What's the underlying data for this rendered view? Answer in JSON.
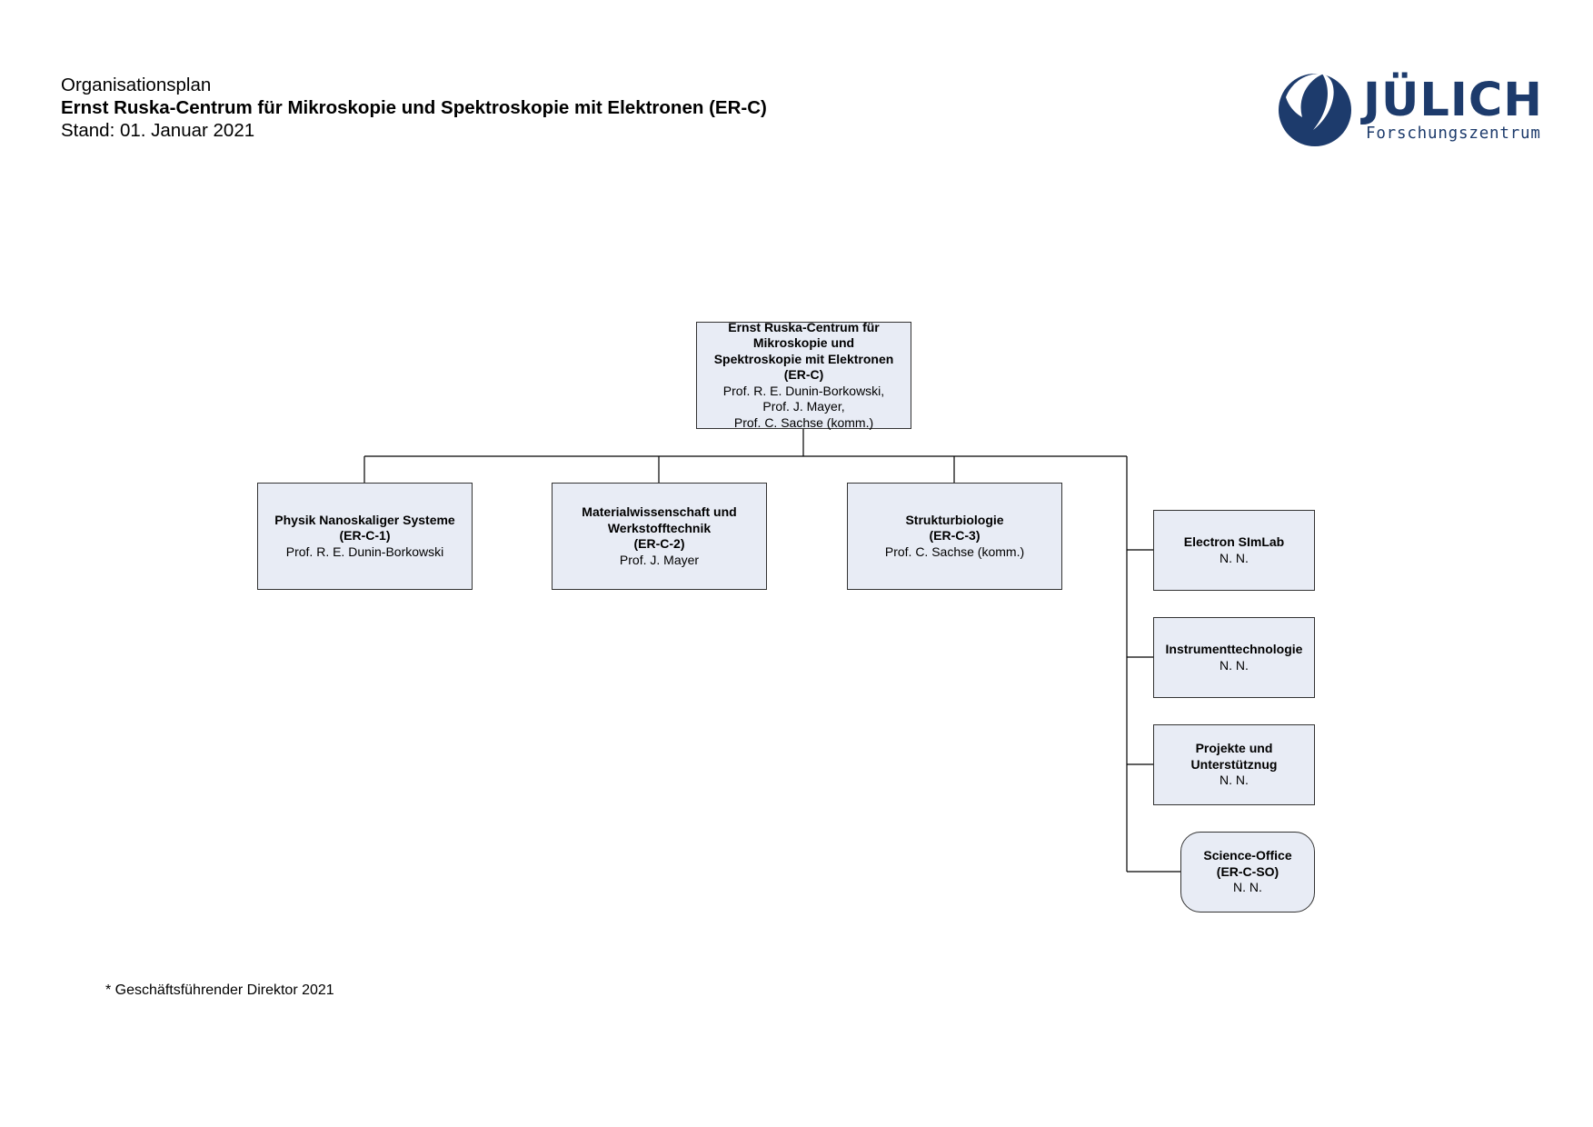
{
  "header": {
    "line1": "Organisationsplan",
    "line2": "Ernst Ruska-Centrum für Mikroskopie und Spektroskopie mit Elektronen (ER-C)",
    "line3": "Stand: 01. Januar 2021"
  },
  "logo": {
    "name": "JÜLICH",
    "subtitle": "Forschungszentrum",
    "color": "#1d3b6c"
  },
  "org": {
    "root": {
      "title": [
        "Ernst Ruska-Centrum für",
        "Mikroskopie und",
        "Spektroskopie mit Elektronen",
        "(ER-C)"
      ],
      "lines": [
        "Prof. R. E. Dunin-Borkowski,",
        "Prof. J. Mayer,",
        "Prof. C. Sachse (komm.)"
      ]
    },
    "departments": [
      {
        "title": [
          "Physik Nanoskaliger Systeme",
          "(ER-C-1)"
        ],
        "lines": [
          "Prof. R. E. Dunin-Borkowski"
        ]
      },
      {
        "title": [
          "Materialwissenschaft und",
          "Werkstofftechnik",
          "(ER-C-2)"
        ],
        "lines": [
          "Prof. J. Mayer"
        ]
      },
      {
        "title": [
          "Strukturbiologie",
          "(ER-C-3)"
        ],
        "lines": [
          "Prof. C. Sachse (komm.)"
        ]
      }
    ],
    "units": [
      {
        "title": [
          "Electron SImLab"
        ],
        "lines": [
          "N. N."
        ]
      },
      {
        "title": [
          "Instrumenttechnologie"
        ],
        "lines": [
          "N. N."
        ]
      },
      {
        "title": [
          "Projekte und",
          "Unterstütznug"
        ],
        "lines": [
          "N. N."
        ]
      },
      {
        "title": [
          "Science-Office",
          "(ER-C-SO)"
        ],
        "lines": [
          "N. N."
        ]
      }
    ]
  },
  "footnote": "* Geschäftsführender Direktor 2021",
  "colors": {
    "box_fill": "#e8ecf5",
    "line": "#000000"
  }
}
